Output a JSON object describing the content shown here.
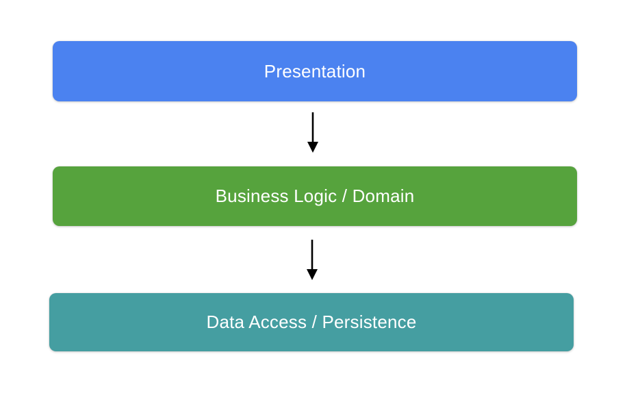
{
  "page": {
    "background": "#ffffff"
  },
  "diagram": {
    "type": "layered-architecture",
    "layers": [
      {
        "id": "presentation",
        "label": "Presentation",
        "fill": "#4b82f0",
        "text_color": "#ffffff"
      },
      {
        "id": "business-logic",
        "label": "Business Logic / Domain",
        "fill": "#56a33d",
        "text_color": "#ffffff"
      },
      {
        "id": "data-access",
        "label": "Data Access / Persistence",
        "fill": "#459ea1",
        "text_color": "#ffffff"
      }
    ],
    "arrows": [
      {
        "from": "presentation",
        "to": "business-logic",
        "color": "#000000",
        "direction": "down"
      },
      {
        "from": "business-logic",
        "to": "data-access",
        "color": "#000000",
        "direction": "down"
      }
    ]
  }
}
